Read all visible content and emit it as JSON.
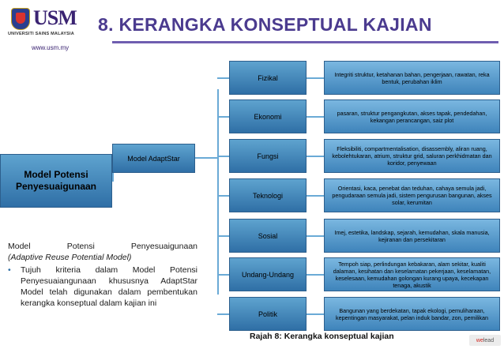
{
  "header": {
    "logo_word": "USM",
    "logo_subtitle": "UNIVERSITI SAINS MALAYSIA",
    "logo_tagline": "",
    "url": "www.usm.my",
    "title": "8. KERANGKA KONSEPTUAL KAJIAN"
  },
  "diagram": {
    "root": "Model Potensi Penyesuaigunaan",
    "mid": "Model AdaptStar",
    "categories": [
      {
        "label": "Fizikal",
        "desc": "Integriti struktur, ketahanan bahan, pengerjaan, rawatan, reka bentuk, perubahan iklim"
      },
      {
        "label": "Ekonomi",
        "desc": "pasaran, struktur pengangkutan, akses tapak, pendedahan, kekangan perancangan, saiz plot"
      },
      {
        "label": "Fungsi",
        "desc": "Fleksibiliti, compartmentalisation, disassembly, aliran ruang, kebolehtukaran, atrium, struktur grid, saluran perkhidmatan dan koridor, penyewaan"
      },
      {
        "label": "Teknologi",
        "desc": "Orientasi, kaca, penebat dan teduhan, cahaya semula jadi, pengudaraan semula jadi, sistem pengurusan bangunan, akses solar, kerumitan"
      },
      {
        "label": "Sosial",
        "desc": "Imej, estetika, landskap, sejarah, kemudahan, skala manusia, kejiranan dan persekitaran"
      },
      {
        "label": "Undang-Undang",
        "desc": "Tempoh siap, perlindungan kebakaran, alam sekitar, kualiti dalaman, kesihatan dan keselamatan pekerjaan, keselamatan, keselesaan, kemudahan golongan kurang upaya, kecekapan tenaga, akustik"
      },
      {
        "label": "Politik",
        "desc": "Bangunan yang berdekatan, tapak ekologi, pemuliharaan, kepentingan masyarakat, pelan induk bandar, zon, pemilikan"
      }
    ]
  },
  "left_text": {
    "heading_words": [
      "Model",
      "Potensi",
      "Penyesuaigunaan"
    ],
    "heading_italic": "(Adaptive Reuse Potential Model)",
    "bullet_symbol": "•",
    "bullet_text": "Tujuh kriteria dalam Model Potensi Penyesuaiangunaan khususnya AdaptStar Model telah digunakan dalam pembentukan kerangka konseptual dalam kajian ini"
  },
  "caption": "Rajah 8: Kerangka konseptual kajian",
  "watermark": {
    "prefix": "we",
    "brand": "lead"
  },
  "colors": {
    "box_top": "#5ea3cf",
    "box_bottom": "#2f6fa6",
    "title": "#4b3b8f",
    "accent_line": "#6f5eb0"
  }
}
